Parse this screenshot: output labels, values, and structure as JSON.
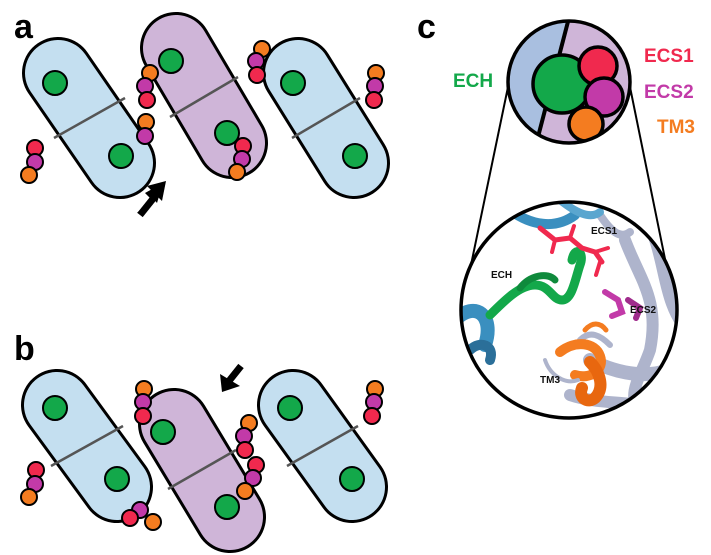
{
  "panels": {
    "a": {
      "letter": "a"
    },
    "b": {
      "letter": "b"
    },
    "c": {
      "letter": "c"
    }
  },
  "legend": [
    {
      "label": "ECH",
      "color": "#13a84a"
    },
    {
      "label": "ECS1",
      "color": "#f0294e"
    },
    {
      "label": "ECS2",
      "color": "#c23aa8"
    },
    {
      "label": "TM3",
      "color": "#f47c20"
    }
  ],
  "structure_labels": {
    "ech": "ECH",
    "ecs1": "ECS1",
    "ecs2": "ECS2",
    "tm3": "TM3"
  },
  "colors": {
    "blue_subunit": "#c4dff0",
    "purple_subunit": "#cfb5d8",
    "ech": "#13a84a",
    "ecs1": "#f0294e",
    "ecs2": "#c23aa8",
    "tm3": "#f47c20",
    "ribbon_grey": "#aeb4cc",
    "ribbon_blue": "#3a8fbf"
  },
  "icons": {
    "pointer": "arrow-icon"
  }
}
